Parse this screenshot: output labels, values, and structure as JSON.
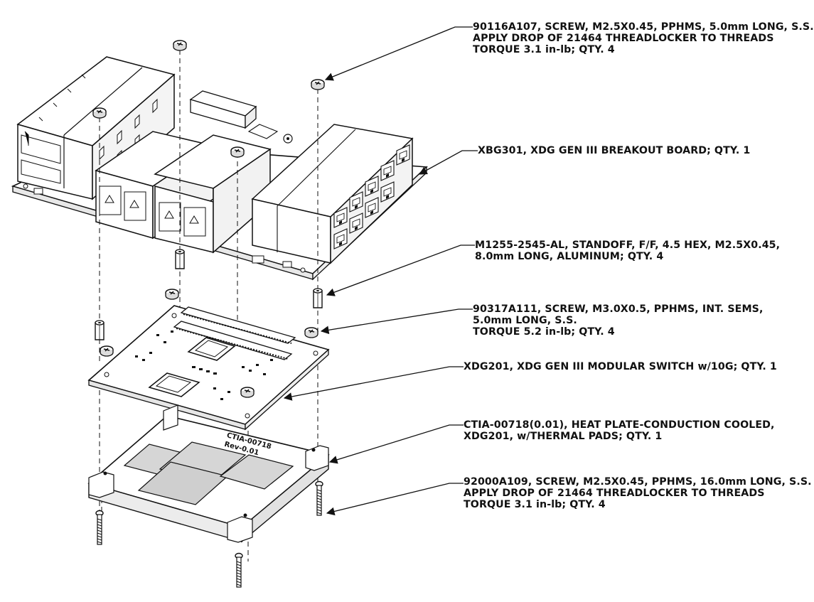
{
  "callouts": [
    {
      "id": "screw-top",
      "lines": [
        "90116A107, SCREW, M2.5X0.45, PPHMS, 5.0mm LONG, S.S.",
        "APPLY DROP OF 21464 THREADLOCKER TO THREADS",
        "TORQUE 3.1 in-lb; QTY. 4"
      ]
    },
    {
      "id": "breakout-board",
      "lines": [
        "XBG301, XDG GEN III BREAKOUT BOARD; QTY. 1"
      ]
    },
    {
      "id": "standoff",
      "lines": [
        "M1255-2545-AL, STANDOFF, F/F, 4.5 HEX, M2.5X0.45,",
        "8.0mm LONG, ALUMINUM; QTY. 4"
      ]
    },
    {
      "id": "screw-m3",
      "lines": [
        "90317A111, SCREW, M3.0X0.5, PPHMS, INT. SEMS,",
        "5.0mm LONG, S.S.",
        "TORQUE 5.2 in-lb; QTY. 4"
      ]
    },
    {
      "id": "modular-switch",
      "lines": [
        "XDG201, XDG GEN III MODULAR SWITCH w/10G; QTY. 1"
      ]
    },
    {
      "id": "heat-plate",
      "lines": [
        "CTIA-00718(0.01), HEAT PLATE-CONDUCTION COOLED,",
        "XDG201, w/THERMAL PADS; QTY. 1"
      ]
    },
    {
      "id": "screw-bottom",
      "lines": [
        "92000A109, SCREW, M2.5X0.45, PPHMS, 16.0mm LONG, S.S.",
        "APPLY DROP OF 21464 THREADLOCKER TO THREADS",
        "TORQUE 3.1 in-lb; QTY. 4"
      ]
    }
  ],
  "plate_marking": {
    "part": "CTIA-00718",
    "rev": "Rev-0.01"
  }
}
